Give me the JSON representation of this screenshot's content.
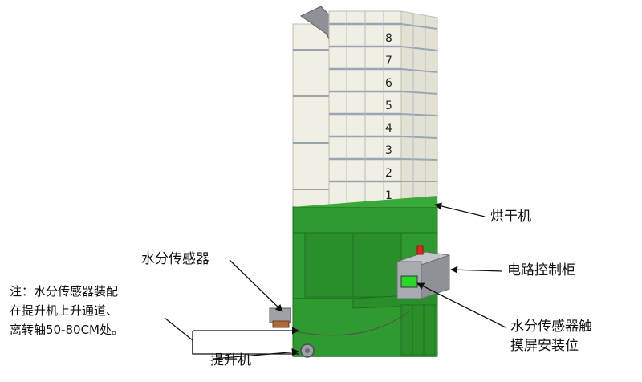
{
  "labels": {
    "dryer": "烘干机",
    "sensor": "水分传感器",
    "control_cabinet": "电路控制柜",
    "touchscreen_line1": "水分传感器触",
    "touchscreen_line2": "摸屏安装位",
    "elevator": "提升机",
    "note_line1": "注：水分传感器装配",
    "note_line2": "在提升机上升通道、",
    "note_line3": "离转轴50-80CM处。"
  },
  "tier_numbers": [
    "8",
    "7",
    "6",
    "5",
    "4",
    "3",
    "2",
    "1"
  ],
  "colors": {
    "tower": "#f1efe4",
    "grid_line": "#9aa6b2",
    "green_base": "#2f9a2f",
    "green_dark": "#1f7a20",
    "cabinet": "#a8acb0",
    "screen": "#2bd62b",
    "beacon": "#e0241f"
  }
}
